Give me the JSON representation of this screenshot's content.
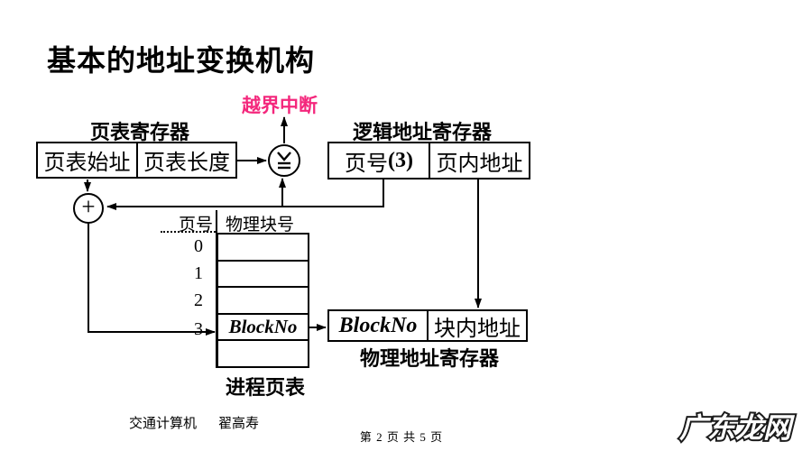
{
  "slide": {
    "title": "基本的地址变换机构",
    "interrupt_label": "越界中断",
    "accent_pink": "#f4277c"
  },
  "page_table_register": {
    "label": "页表寄存器",
    "start_cell": "页表始址",
    "length_cell": "页表长度"
  },
  "logical_address_register": {
    "label": "逻辑地址寄存器",
    "page_no": "页号",
    "page_no_value": "(3)",
    "offset_cell": "页内地址"
  },
  "comparator_symbol": "≧",
  "adder_symbol": "+",
  "process_page_table": {
    "col_header_page_no": "页号",
    "col_header_block_no": "物理块号",
    "row_labels": [
      "0",
      "1",
      "2",
      "3"
    ],
    "rows": [
      "",
      "",
      "",
      "BlockNo",
      ""
    ],
    "caption": "进程页表"
  },
  "physical_address_register": {
    "block_cell": "BlockNo",
    "offset_cell": "块内地址",
    "label": "物理地址寄存器"
  },
  "footer": {
    "course": "交通计算机",
    "author": "翟高寿",
    "page_info": "第 2 页 共 5 页",
    "watermark": "广东龙网"
  }
}
